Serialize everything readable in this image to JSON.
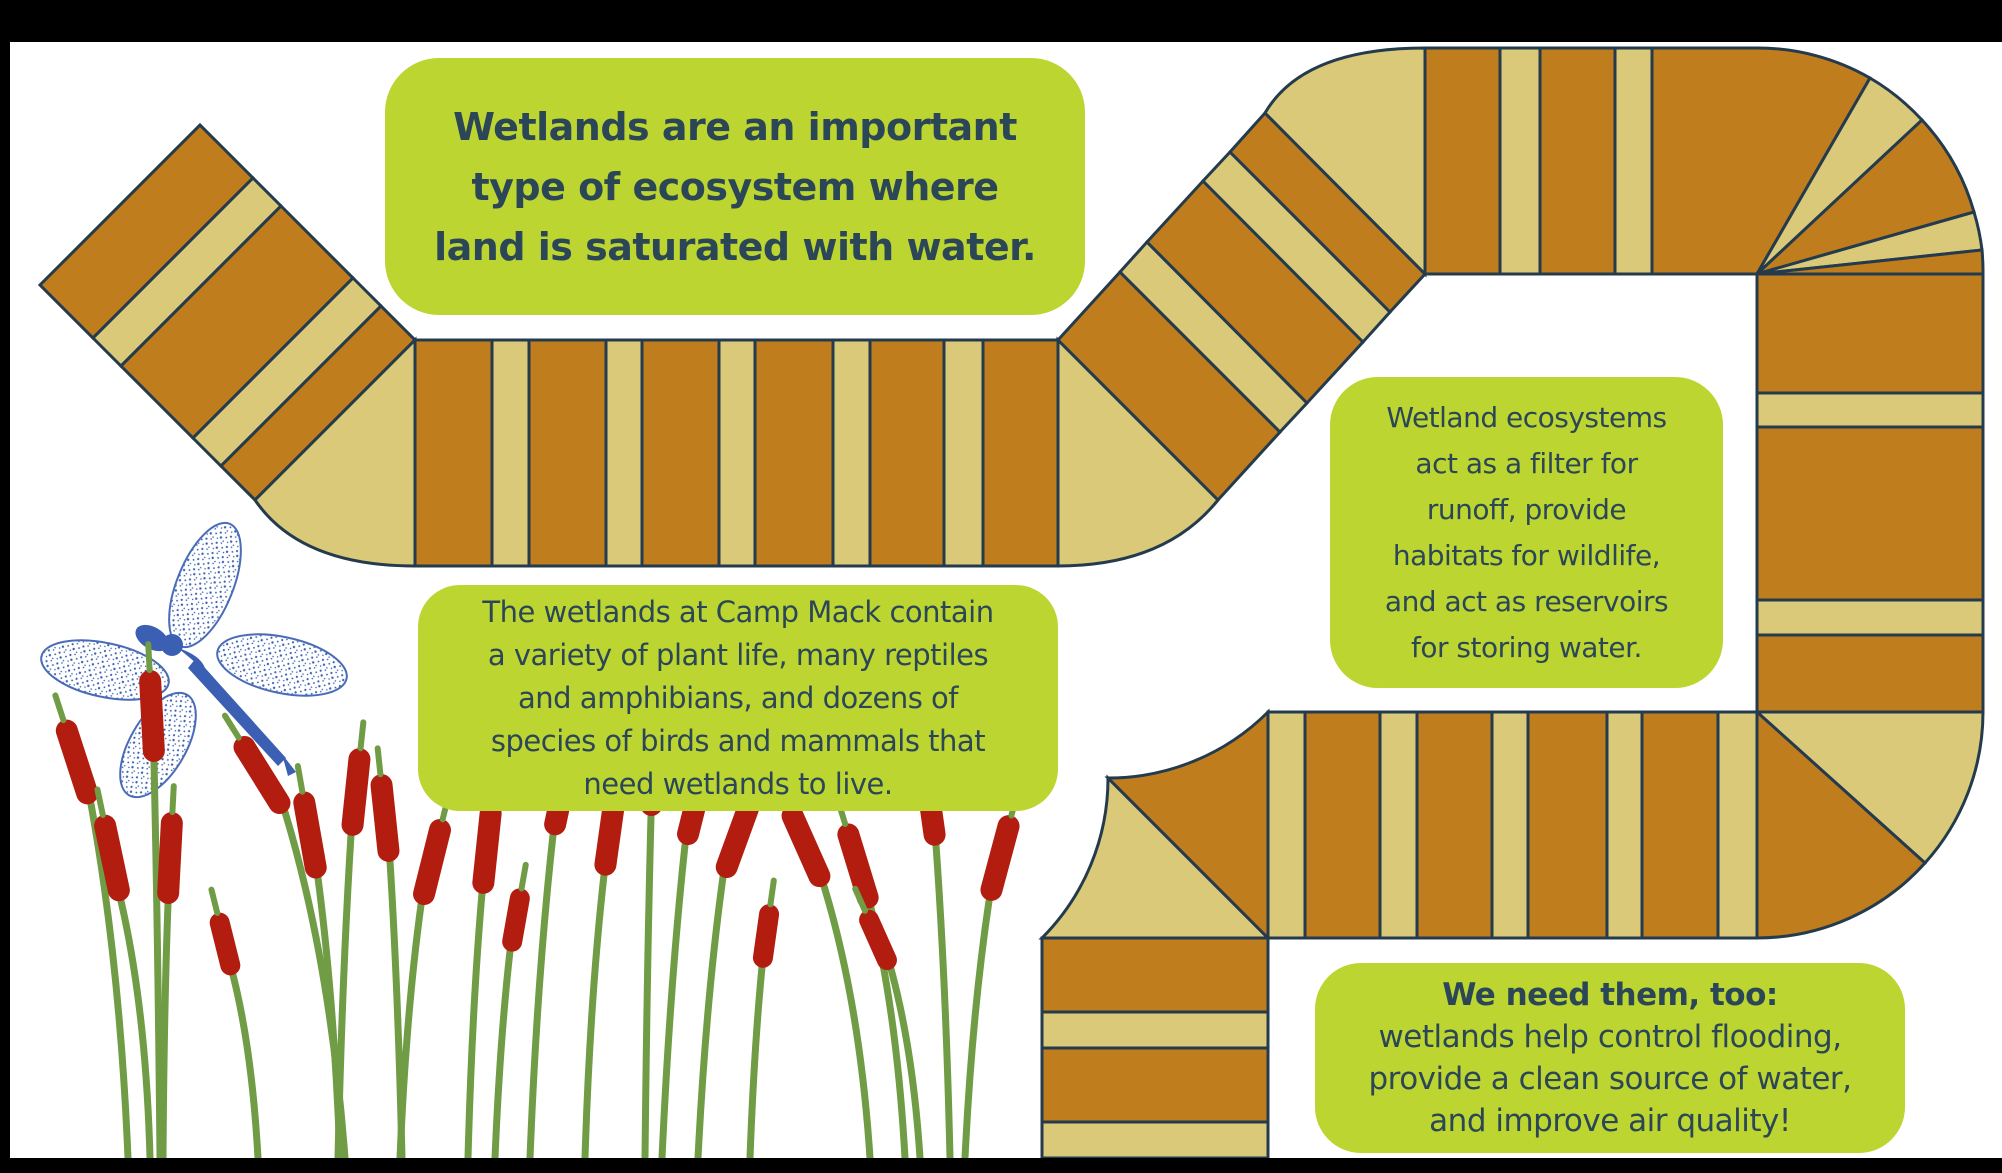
{
  "palette": {
    "path_orange": "#c07d1e",
    "path_tan": "#dbc97a",
    "path_outline": "#243b4d",
    "box_green": "#bdd531",
    "text_dark": "#2b4757",
    "cattail_red": "#b21d10",
    "stem_green": "#6f9c44",
    "dragonfly_blue": "#3b5fb2",
    "frame_black": "#000000",
    "canvas_white": "#ffffff"
  },
  "boxes": {
    "intro": {
      "lines": [
        "Wetlands are an important",
        "type of ecosystem where",
        "land is saturated with water."
      ]
    },
    "camp": {
      "lines": [
        "The wetlands at Camp Mack contain",
        "a variety of plant life, many reptiles",
        "and amphibians, and dozens of",
        "species of birds and mammals that",
        "need wetlands to live."
      ]
    },
    "filter": {
      "lines": [
        "Wetland ecosystems",
        "act as a filter for",
        "runoff, provide",
        "habitats for wildlife,",
        "and act as reservoirs",
        "for storing water."
      ]
    },
    "need": {
      "heading": "We need them, too:",
      "lines": [
        "wetlands help control flooding,",
        "provide a clean source of water,",
        "and improve air quality!"
      ]
    }
  },
  "illustrations": {
    "dragonfly_icon": "blue stippled dragonfly",
    "cattails_icon": "red cattail reeds"
  }
}
